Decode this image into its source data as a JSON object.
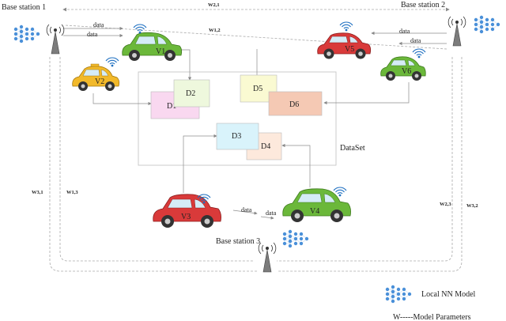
{
  "base_stations": [
    {
      "id": "bs1",
      "label": "Base station 1"
    },
    {
      "id": "bs2",
      "label": "Base station 2"
    },
    {
      "id": "bs3",
      "label": "Base station 3"
    }
  ],
  "weights": {
    "w21": "W2,1",
    "w12_top": "W1,2",
    "w31": "W3,1",
    "w13": "W1,3",
    "w23": "W2,3",
    "w32": "W3,2"
  },
  "data_label": "data",
  "vehicles": {
    "v1": "V1",
    "v2": "V2",
    "v3": "V3",
    "v4": "V4",
    "v5": "V5",
    "v6": "V6"
  },
  "datasets": {
    "d1": "D1",
    "d2": "D2",
    "d3": "D3",
    "d4": "D4",
    "d5": "D5",
    "d6": "D6"
  },
  "dataset_label": "DataSet",
  "legend": {
    "local_model": "Local NN Model",
    "params": "W-----Model Parameters"
  },
  "colors": {
    "car_green": "#6bb83a",
    "car_red": "#d93a3a",
    "car_yellow": "#f2b92a",
    "d1_fill": "#f9d8f0",
    "d2_fill": "#eef8dd",
    "d3_fill": "#d9f3fb",
    "d4_fill": "#fde9dc",
    "d5_fill": "#fafad2",
    "d6_fill": "#f5c9b4",
    "nn_node": "#4a90d9"
  }
}
